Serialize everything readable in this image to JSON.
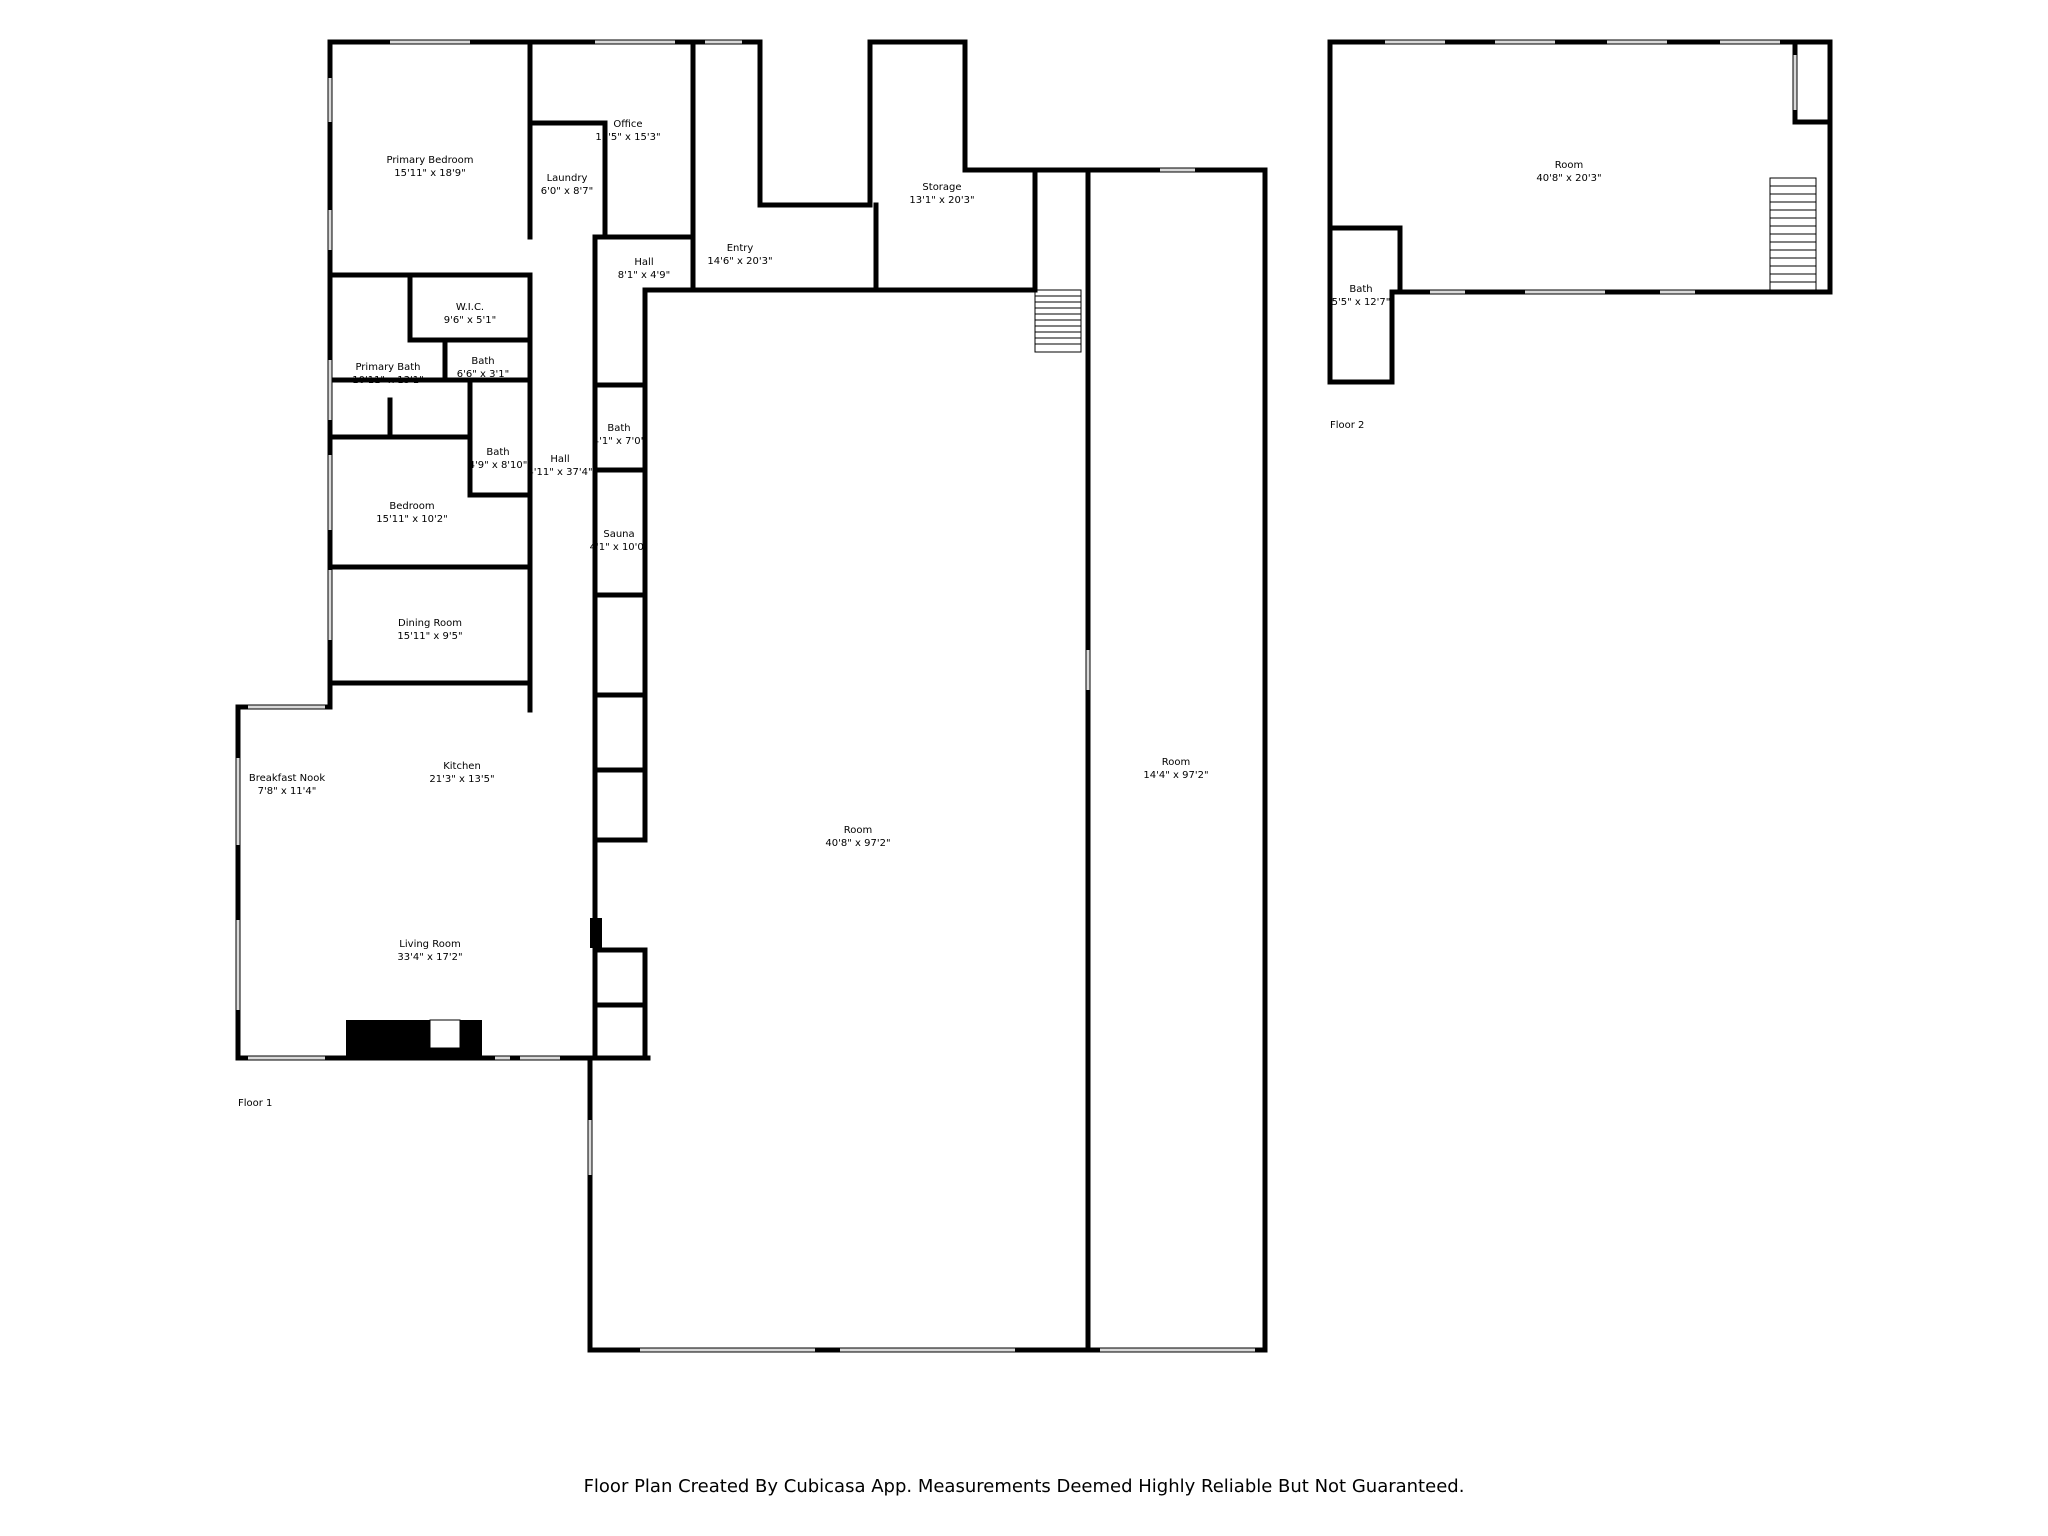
{
  "floors": [
    {
      "id": "floor1",
      "label": "Floor 1"
    },
    {
      "id": "floor2",
      "label": "Floor 2"
    }
  ],
  "rooms": [
    {
      "id": "primary-bedroom",
      "name": "Primary Bedroom",
      "dim": "15'11\" x 18'9\""
    },
    {
      "id": "office",
      "name": "Office",
      "dim": "13'5\" x 15'3\""
    },
    {
      "id": "laundry",
      "name": "Laundry",
      "dim": "6'0\" x 8'7\""
    },
    {
      "id": "hall-small",
      "name": "Hall",
      "dim": "8'1\" x 4'9\""
    },
    {
      "id": "entry",
      "name": "Entry",
      "dim": "14'6\" x 20'3\""
    },
    {
      "id": "storage",
      "name": "Storage",
      "dim": "13'1\" x 20'3\""
    },
    {
      "id": "wic",
      "name": "W.I.C.",
      "dim": "9'6\" x 5'1\""
    },
    {
      "id": "bath-a",
      "name": "Bath",
      "dim": "6'6\" x 3'1\""
    },
    {
      "id": "primary-bath",
      "name": "Primary Bath",
      "dim": "10'11\" x 13'1\""
    },
    {
      "id": "bath-b",
      "name": "Bath",
      "dim": "4'1\" x 7'0\""
    },
    {
      "id": "bath-c",
      "name": "Bath",
      "dim": "4'9\" x 8'10\""
    },
    {
      "id": "hall-long",
      "name": "Hall",
      "dim": "4'11\" x 37'4\""
    },
    {
      "id": "bedroom",
      "name": "Bedroom",
      "dim": "15'11\" x 10'2\""
    },
    {
      "id": "sauna",
      "name": "Sauna",
      "dim": "4'1\" x 10'0\""
    },
    {
      "id": "dining-room",
      "name": "Dining Room",
      "dim": "15'11\" x 9'5\""
    },
    {
      "id": "kitchen",
      "name": "Kitchen",
      "dim": "21'3\" x 13'5\""
    },
    {
      "id": "breakfast-nook",
      "name": "Breakfast Nook",
      "dim": "7'8\" x 11'4\""
    },
    {
      "id": "living-room",
      "name": "Living Room",
      "dim": "33'4\" x 17'2\""
    },
    {
      "id": "room-large",
      "name": "Room",
      "dim": "40'8\" x 97'2\""
    },
    {
      "id": "room-long",
      "name": "Room",
      "dim": "14'4\" x 97'2\""
    },
    {
      "id": "room-f2",
      "name": "Room",
      "dim": "40'8\" x 20'3\""
    },
    {
      "id": "bath-f2",
      "name": "Bath",
      "dim": "5'5\" x 12'7\""
    }
  ],
  "footer": "Floor Plan Created By Cubicasa App. Measurements Deemed Highly Reliable But Not Guaranteed.",
  "colors": {
    "wall": "#000000",
    "window": "#d9d9d9",
    "background": "#ffffff"
  }
}
